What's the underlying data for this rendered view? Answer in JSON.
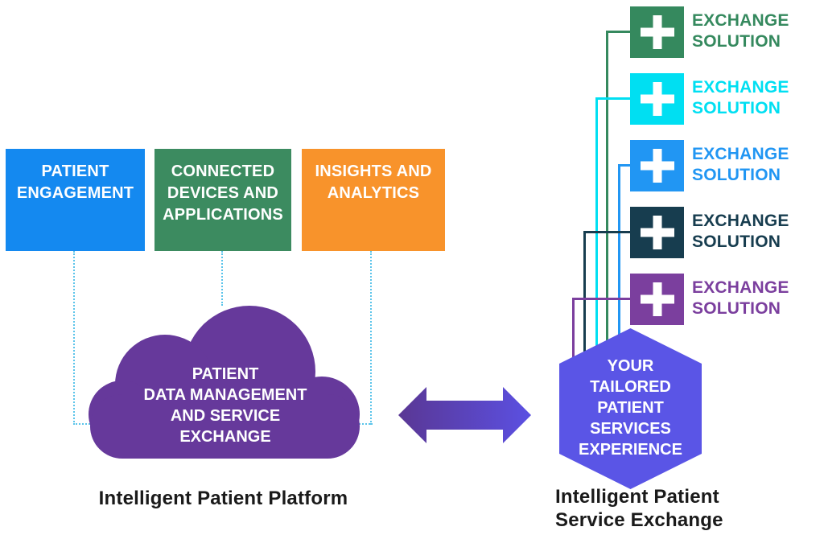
{
  "platform": {
    "caption": "Intelligent Patient Platform",
    "boxes": [
      {
        "name": "patient-engagement",
        "lines": [
          "PATIENT",
          "ENGAGEMENT",
          ""
        ],
        "color": "#1489F0"
      },
      {
        "name": "connected-devices-and-applications",
        "lines": [
          "CONNECTED",
          "DEVICES AND",
          "APPLICATIONS"
        ],
        "color": "#3C8B60"
      },
      {
        "name": "insights-and-analytics",
        "lines": [
          "INSIGHTS AND",
          "ANALYTICS",
          ""
        ],
        "color": "#F8932B"
      }
    ],
    "cloud": {
      "lines": [
        "PATIENT",
        "DATA MANAGEMENT",
        "AND SERVICE",
        "EXCHANGE"
      ],
      "color": "#66399B"
    },
    "dotted_color": "#5BC4EA"
  },
  "arrow": {
    "gradient_from": "#5A3794",
    "gradient_to": "#5B50E2"
  },
  "exchange": {
    "caption_lines": [
      "Intelligent Patient",
      "Service Exchange"
    ],
    "hexagon": {
      "lines": [
        "YOUR",
        "TAILORED",
        "PATIENT",
        "SERVICES",
        "EXPERIENCE"
      ],
      "color": "#5A55E6"
    },
    "solutions": [
      {
        "lines": [
          "EXCHANGE",
          "SOLUTION"
        ],
        "color": "#35895E"
      },
      {
        "lines": [
          "EXCHANGE",
          "SOLUTION"
        ],
        "color": "#00DFF2"
      },
      {
        "lines": [
          "EXCHANGE",
          "SOLUTION"
        ],
        "color": "#2196F3"
      },
      {
        "lines": [
          "EXCHANGE",
          "SOLUTION"
        ],
        "color": "#173D4F"
      },
      {
        "lines": [
          "EXCHANGE",
          "SOLUTION"
        ],
        "color": "#7B3F9E"
      }
    ]
  },
  "icons": {
    "plus": "plus-icon",
    "bidirectional_arrow": "left-right-arrow-icon"
  }
}
